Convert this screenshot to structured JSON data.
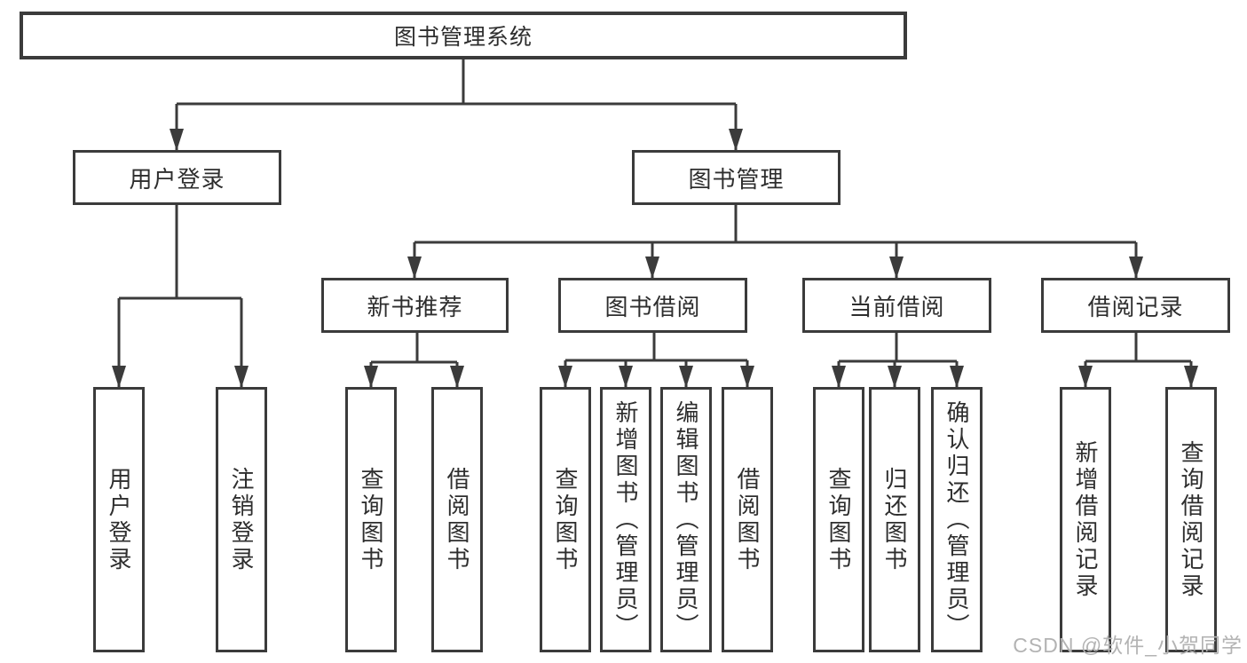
{
  "diagram": {
    "root": {
      "label": "图书管理系统"
    },
    "branches": [
      {
        "label": "用户登录",
        "children": [
          {
            "label": "用户登录"
          },
          {
            "label": "注销登录"
          }
        ]
      },
      {
        "label": "图书管理",
        "children": [
          {
            "label": "新书推荐",
            "children": [
              {
                "label": "查询图书"
              },
              {
                "label": "借阅图书"
              }
            ]
          },
          {
            "label": "图书借阅",
            "children": [
              {
                "label": "查询图书"
              },
              {
                "label": "新增图书（管理员）"
              },
              {
                "label": "编辑图书（管理员）"
              },
              {
                "label": "借阅图书"
              }
            ]
          },
          {
            "label": "当前借阅",
            "children": [
              {
                "label": "查询图书"
              },
              {
                "label": "归还图书"
              },
              {
                "label": "确认归还（管理员）"
              }
            ]
          },
          {
            "label": "借阅记录",
            "children": [
              {
                "label": "新增借阅记录"
              },
              {
                "label": "查询借阅记录"
              }
            ]
          }
        ]
      }
    ]
  },
  "watermark": {
    "text": "CSDN @软件_小贺同学"
  },
  "colors": {
    "line": "#3b3b3b",
    "box_border": "#3b3b3b",
    "text": "#2e2e2e",
    "watermark": "#b3b3b3",
    "background": "#ffffff"
  }
}
